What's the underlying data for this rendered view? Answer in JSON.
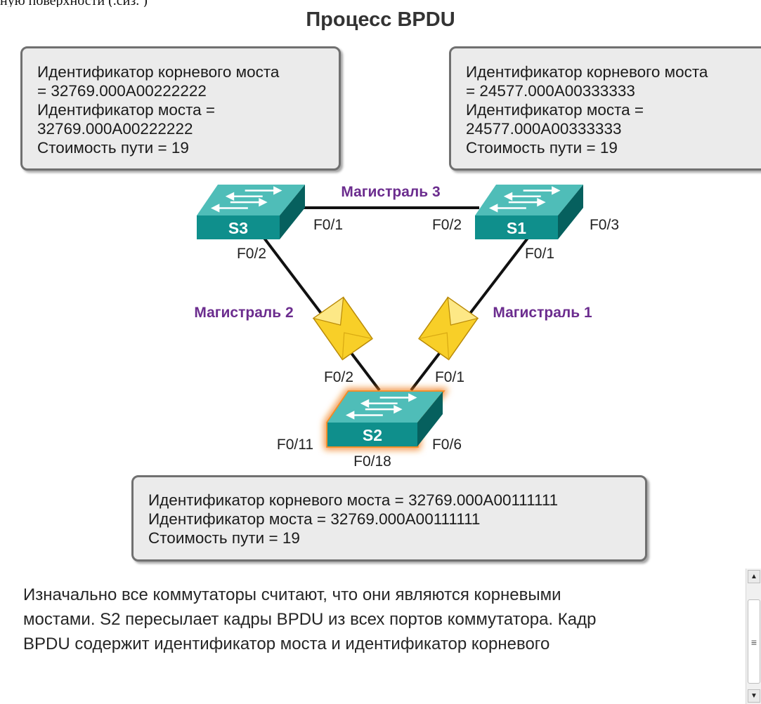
{
  "header": {
    "partial_text": "ную поверхности (.сиз. )",
    "title": "Процесс BPDU"
  },
  "switches": {
    "s3": {
      "name": "S3",
      "info": [
        "Идентификатор корневого моста",
        "= 32769.000A00222222",
        "Идентификатор моста =",
        "32769.000A00222222",
        "Стоимость пути = 19"
      ]
    },
    "s1": {
      "name": "S1",
      "info": [
        "Идентификатор корневого моста",
        "= 24577.000A00333333",
        "Идентификатор моста =",
        "24577.000A00333333",
        "Стоимость пути = 19"
      ]
    },
    "s2": {
      "name": "S2",
      "info": [
        "Идентификатор корневого моста = 32769.000A00111111",
        "Идентификатор моста = 32769.000A00111111",
        "Стоимость пути = 19"
      ]
    }
  },
  "trunks": {
    "t1": "Магистраль 1",
    "t2": "Магистраль 2",
    "t3": "Магистраль 3"
  },
  "ports": {
    "s3_f01": "F0/1",
    "s3_f02": "F0/2",
    "s1_f02": "F0/2",
    "s1_f03": "F0/3",
    "s1_f01": "F0/1",
    "s2_f02": "F0/2",
    "s2_f01": "F0/1",
    "s2_f011": "F0/11",
    "s2_f06": "F0/6",
    "s2_f018": "F0/18"
  },
  "description": {
    "lines": [
      "Изначально все коммутаторы считают, что они являются корневыми",
      "мостами. S2 пересылает кадры BPDU из всех портов коммутатора. Кадр",
      "BPDU содержит идентификатор моста и идентификатор корневого"
    ]
  },
  "scrollbar": {
    "up_icon": "▲",
    "grip_icon": "≡",
    "down_icon": "▼"
  },
  "colors": {
    "switch_teal": "#0f8f8c",
    "highlight_orange": "#f07a12",
    "trunk_label_purple": "#6b2c8e",
    "envelope_yellow": "#f8cf28"
  }
}
